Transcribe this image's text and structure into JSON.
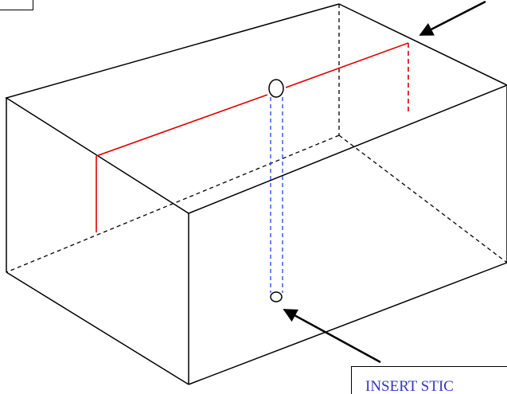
{
  "callout": {
    "label": "INSERT STIC"
  },
  "colors": {
    "box_edges": "#000000",
    "hidden_edges": "#000000",
    "red_line": "#e00000",
    "blue_dashes": "#2255ee",
    "callout_text": "#3333cc"
  },
  "icons": {
    "top_point": "open-circle",
    "bottom_point": "open-circle",
    "arrows": "arrow-head"
  }
}
